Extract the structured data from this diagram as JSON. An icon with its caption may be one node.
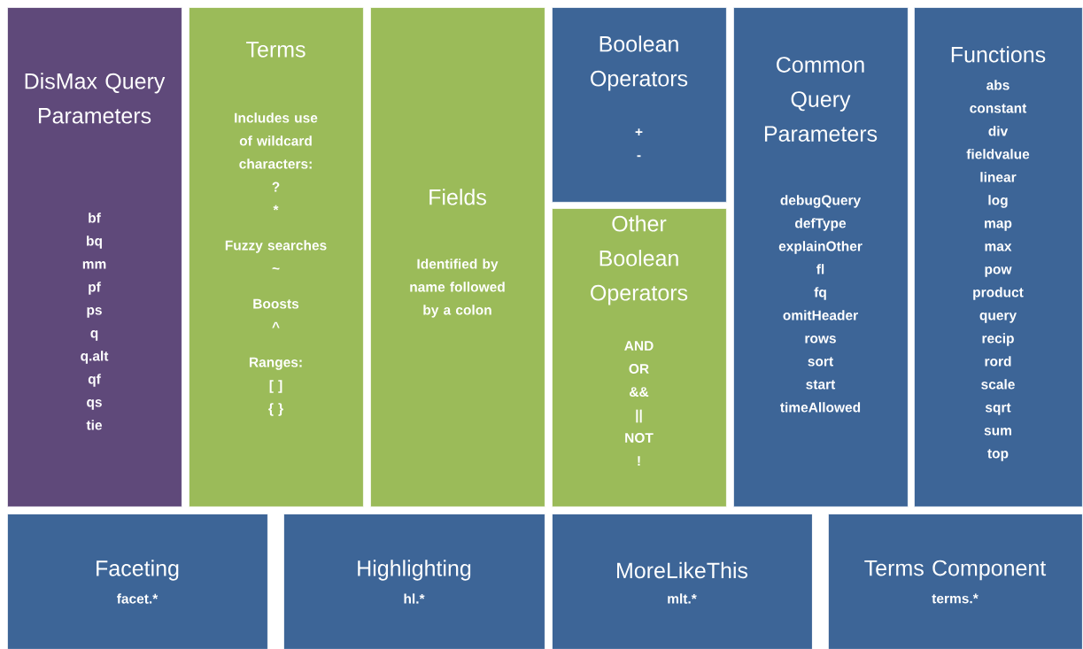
{
  "diagram": {
    "nodes": [
      {
        "text": [
          "DisMax Query Parameters",
          "bf",
          "bq",
          "mm",
          "pf",
          "ps",
          "q",
          "q.alt",
          "qf",
          "qs",
          "tie"
        ]
      },
      {
        "text": [
          "Terms",
          "Includes use of wildcard characters:",
          "?",
          "*",
          "Fuzzy searches",
          "~",
          "Boosts",
          "^",
          "Ranges:",
          "[ ]",
          "{ }"
        ]
      },
      {
        "text": [
          "Fields",
          "Identified by name followed by a colon"
        ]
      },
      {
        "text": [
          "Boolean Operators",
          "+",
          "-"
        ]
      },
      {
        "text": [
          "Other Boolean Operators",
          "AND",
          "OR",
          "&&",
          "||",
          "NOT",
          "!"
        ]
      },
      {
        "text": [
          "Common Query Parameters",
          "debugQuery",
          "defType",
          "explainOther",
          "fl",
          "fq",
          "omitHeader",
          "rows",
          "sort",
          "start",
          "timeAllowed"
        ]
      },
      {
        "text": [
          "Functions",
          "abs",
          "constant",
          "div",
          "fieldvalue",
          "linear",
          "log",
          "map",
          "max",
          "pow",
          "product",
          "query",
          "recip",
          "rord",
          "scale",
          "sqrt",
          "sum",
          "top"
        ]
      },
      {
        "text": [
          "Faceting",
          "facet.*"
        ]
      },
      {
        "text": [
          "Highlighting",
          "hl.*"
        ]
      },
      {
        "text": [
          "MoreLikeThis",
          "mlt.*"
        ]
      },
      {
        "text": [
          "Terms Component",
          "terms.*"
        ]
      }
    ]
  }
}
